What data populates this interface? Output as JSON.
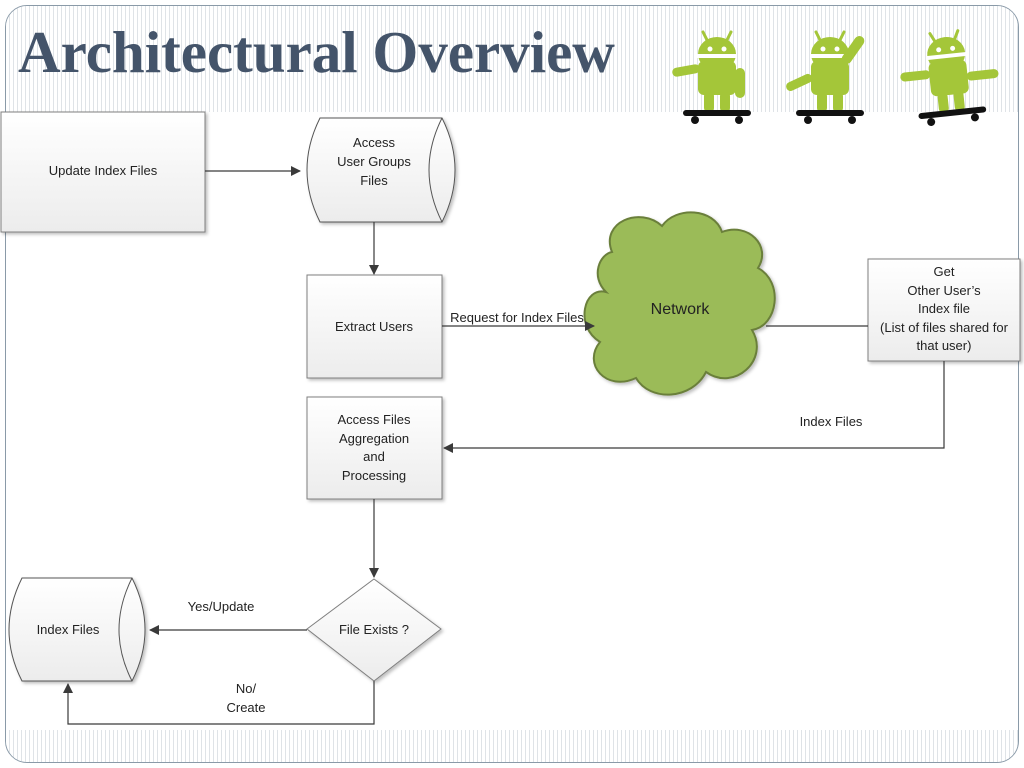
{
  "title": "Architectural Overview",
  "colors": {
    "title": "#44546a",
    "android_green": "#a4c639",
    "network_fill": "#9bbb59",
    "box_border": "#7f7f7f"
  },
  "icons": [
    "android-skateboarder-icon",
    "android-skateboarder-icon",
    "android-skateboarder-icon"
  ],
  "nodes": {
    "update_index": [
      "Update Index Files"
    ],
    "access_groups": [
      "Access",
      "User Groups",
      "Files"
    ],
    "extract_users": [
      "Extract Users"
    ],
    "network": [
      "Network"
    ],
    "get_other": [
      "Get",
      "Other User’s",
      "Index file",
      "(List of files shared for",
      "that user)"
    ],
    "aggregate": [
      "Access Files",
      "Aggregation",
      "and",
      "Processing"
    ],
    "file_exists": [
      "File Exists ?"
    ],
    "index_files": [
      "Index Files"
    ]
  },
  "edges": {
    "request": "Request for Index Files",
    "index_files": "Index Files",
    "yes_update": "Yes/Update",
    "no_create": [
      "No/",
      "Create"
    ]
  }
}
